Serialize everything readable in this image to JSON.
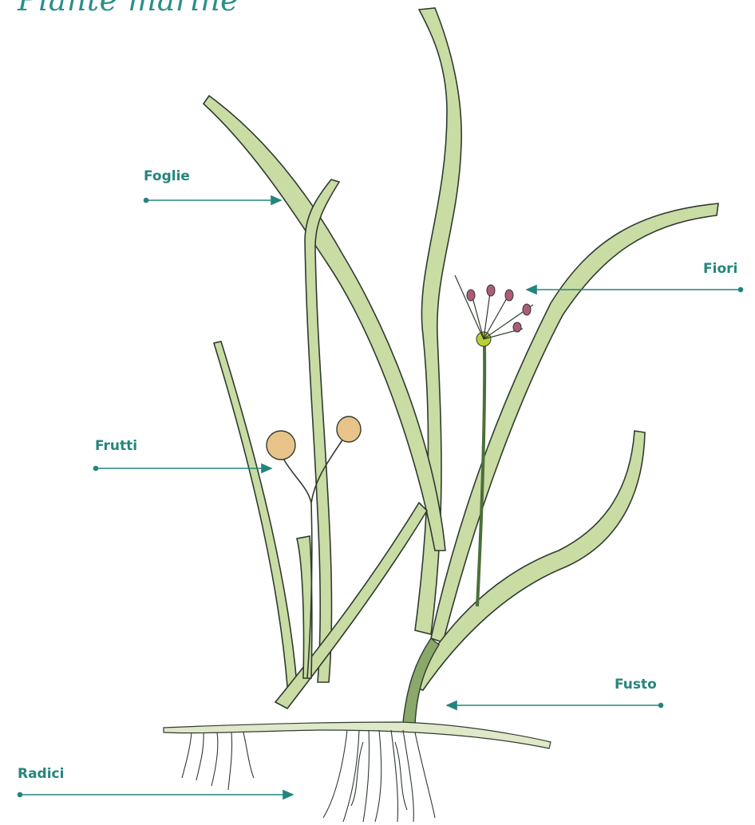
{
  "title": "Piante marine",
  "colors": {
    "accent": "#24857d",
    "leaf_light": "#c9dca4",
    "leaf_dark": "#7fa85a",
    "outline": "#2f3b2f",
    "fruit": "#e9c48a",
    "flower": "#b05a7a"
  },
  "labels": {
    "foglie": "Foglie",
    "fiori": "Fiori",
    "frutti": "Frutti",
    "fusto": "Fusto",
    "radici": "Radici"
  }
}
